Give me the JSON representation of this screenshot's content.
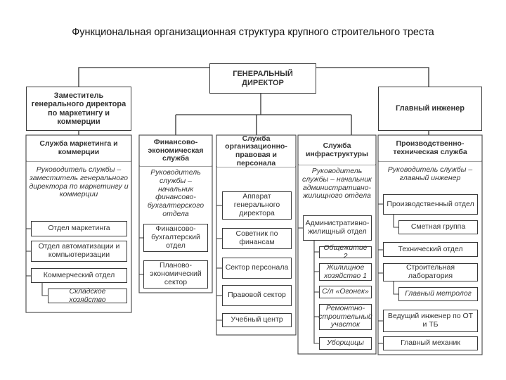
{
  "title": "Функциональная организационная структура крупного строительного треста",
  "boxes": {
    "gd": "ГЕНЕРАЛЬНЫЙ ДИРЕКТОР",
    "deputy": "Заместитель генерального директора по маркетингу и коммерции",
    "chief_engineer": "Главный инженер",
    "marketing_service": "Служба маркетинга и коммерции",
    "finance_service": "Финансово-экономическая служба",
    "legal_service": "Служба организационно-правовая и персонала",
    "infra_service": "Служба инфраструктуры",
    "prod_service": "Производственно-техническая служба",
    "apparatus": "Аппарат генерального директора",
    "prod_dept": "Производственный отдел",
    "marketing_dept": "Отдел маркетинга",
    "fin_accounting": "Финансово-бухгалтерский отдел",
    "adv_finance": "Советник по финансам",
    "admin_housing": "Административно-жилищный отдел",
    "estimate_group": "Сметная группа",
    "automation_dept": "Отдел автоматизации и компьютеризации",
    "dormitory": "Общежитие 2",
    "tech_dept": "Технический отдел",
    "planning_sector": "Планово-экономический сектор",
    "personnel_sector": "Сектор персонала",
    "housing": "Жилищное хозяйство 1",
    "lab": "Строительная лаборатория",
    "commercial_dept": "Коммерческий отдел",
    "ogonek": "С/л «Огонек»",
    "metrologist": "Главный метролог",
    "warehouse": "Складское хозяйство",
    "legal_sector": "Правовой сектор",
    "repair_site": "Ремонтно-строительный участок",
    "lead_engineer": "Ведущий инженер по ОТ и ТБ",
    "training_center": "Учебный центр",
    "cleaners": "Уборщицы",
    "chief_mechanic": "Главный механик"
  },
  "notes": {
    "marketing": "Руководитель службы – заместитель генерального директора по маркетингу и коммерции",
    "finance": "Руководитель службы – начальник финансово-бухгалтерского отдела",
    "infra": "Руководитель службы – начальник административно-жилищного отдела",
    "prod": "Руководитель службы – главный инженер"
  }
}
